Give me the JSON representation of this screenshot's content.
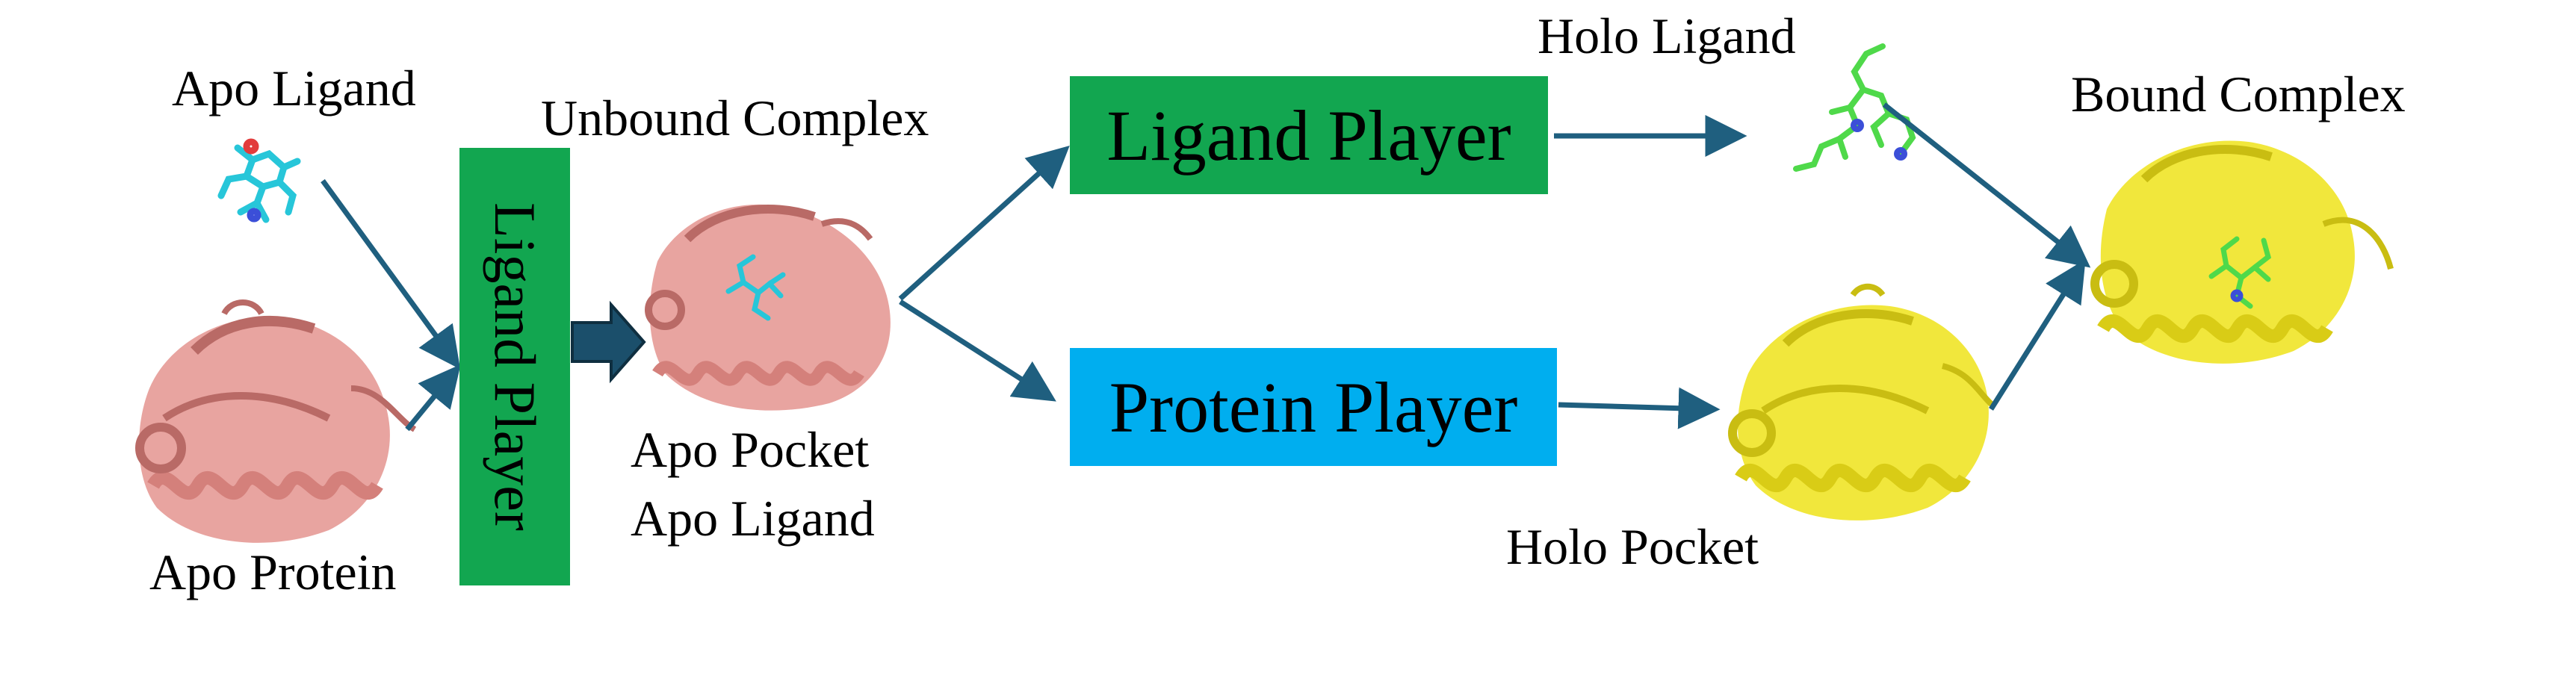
{
  "colors": {
    "ligand_player_box": "#12a650",
    "protein_player_box": "#00aeef",
    "arrow": "#1f5f7f",
    "block_arrow_fill": "#1b4f6b",
    "apo_protein": "#e59a96",
    "apo_protein_dark": "#b96a66",
    "holo_protein": "#f0e52b",
    "holo_protein_dark": "#c9bd12",
    "apo_ligand": "#27c6d9",
    "holo_ligand": "#4fd94a"
  },
  "labels": {
    "apo_ligand": "Apo Ligand",
    "apo_protein": "Apo Protein",
    "unbound_complex": "Unbound Complex",
    "apo_pocket": "Apo Pocket",
    "apo_ligand_2": "Apo Ligand",
    "holo_ligand": "Holo Ligand",
    "holo_pocket": "Holo Pocket",
    "bound_complex": "Bound Complex"
  },
  "boxes": {
    "ligand_player_vertical": "Ligand Player",
    "ligand_player": "Ligand Player",
    "protein_player": "Protein Player"
  },
  "icons": {
    "apo_ligand": "apo-ligand-molecule-icon",
    "apo_protein": "apo-protein-structure-icon",
    "unbound_complex": "unbound-complex-structure-icon",
    "holo_ligand": "holo-ligand-molecule-icon",
    "holo_protein": "holo-protein-structure-icon",
    "bound_complex": "bound-complex-structure-icon"
  }
}
